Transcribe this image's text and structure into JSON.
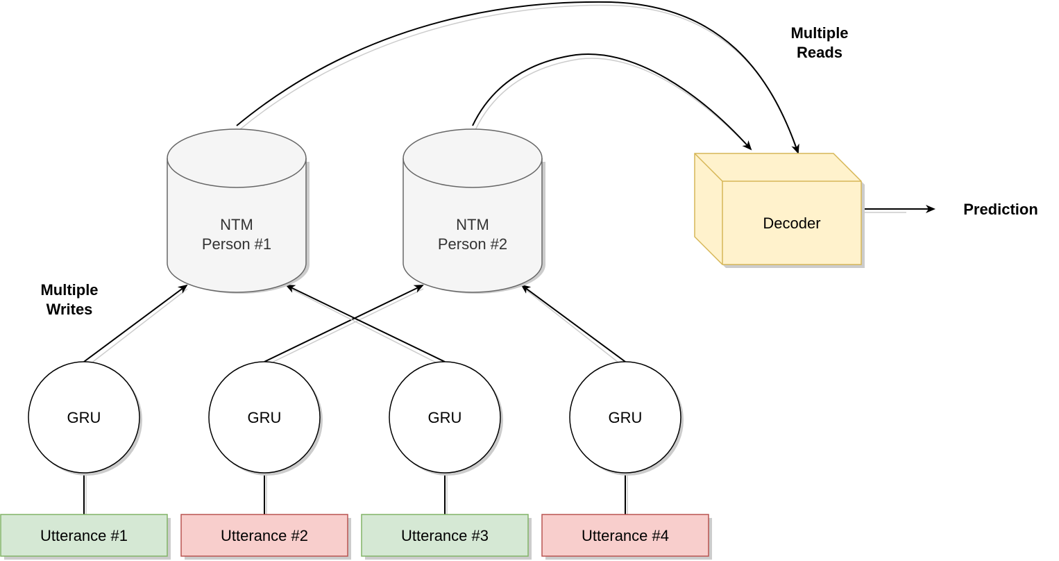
{
  "diagram": {
    "colors": {
      "green_fill": "#d5e8d4",
      "green_stroke": "#82b366",
      "red_fill": "#f8cecc",
      "red_stroke": "#b85450",
      "ntm_fill": "#f5f5f5",
      "ntm_stroke": "#666666",
      "decoder_fill": "#fff2cc",
      "decoder_stroke": "#d6b656",
      "shadow": "#cccccc",
      "edge": "#000000"
    },
    "utterances": [
      {
        "label": "Utterance #1",
        "color": "green"
      },
      {
        "label": "Utterance #2",
        "color": "red"
      },
      {
        "label": "Utterance #3",
        "color": "green"
      },
      {
        "label": "Utterance #4",
        "color": "red"
      }
    ],
    "grus": [
      {
        "label": "GRU"
      },
      {
        "label": "GRU"
      },
      {
        "label": "GRU"
      },
      {
        "label": "GRU"
      }
    ],
    "ntms": [
      {
        "line1": "NTM",
        "line2": "Person #1"
      },
      {
        "line1": "NTM",
        "line2": "Person #2"
      }
    ],
    "decoder": {
      "label": "Decoder"
    },
    "annotations": {
      "writes_line1": "Multiple",
      "writes_line2": "Writes",
      "reads_line1": "Multiple",
      "reads_line2": "Reads",
      "prediction": "Prediction"
    }
  }
}
